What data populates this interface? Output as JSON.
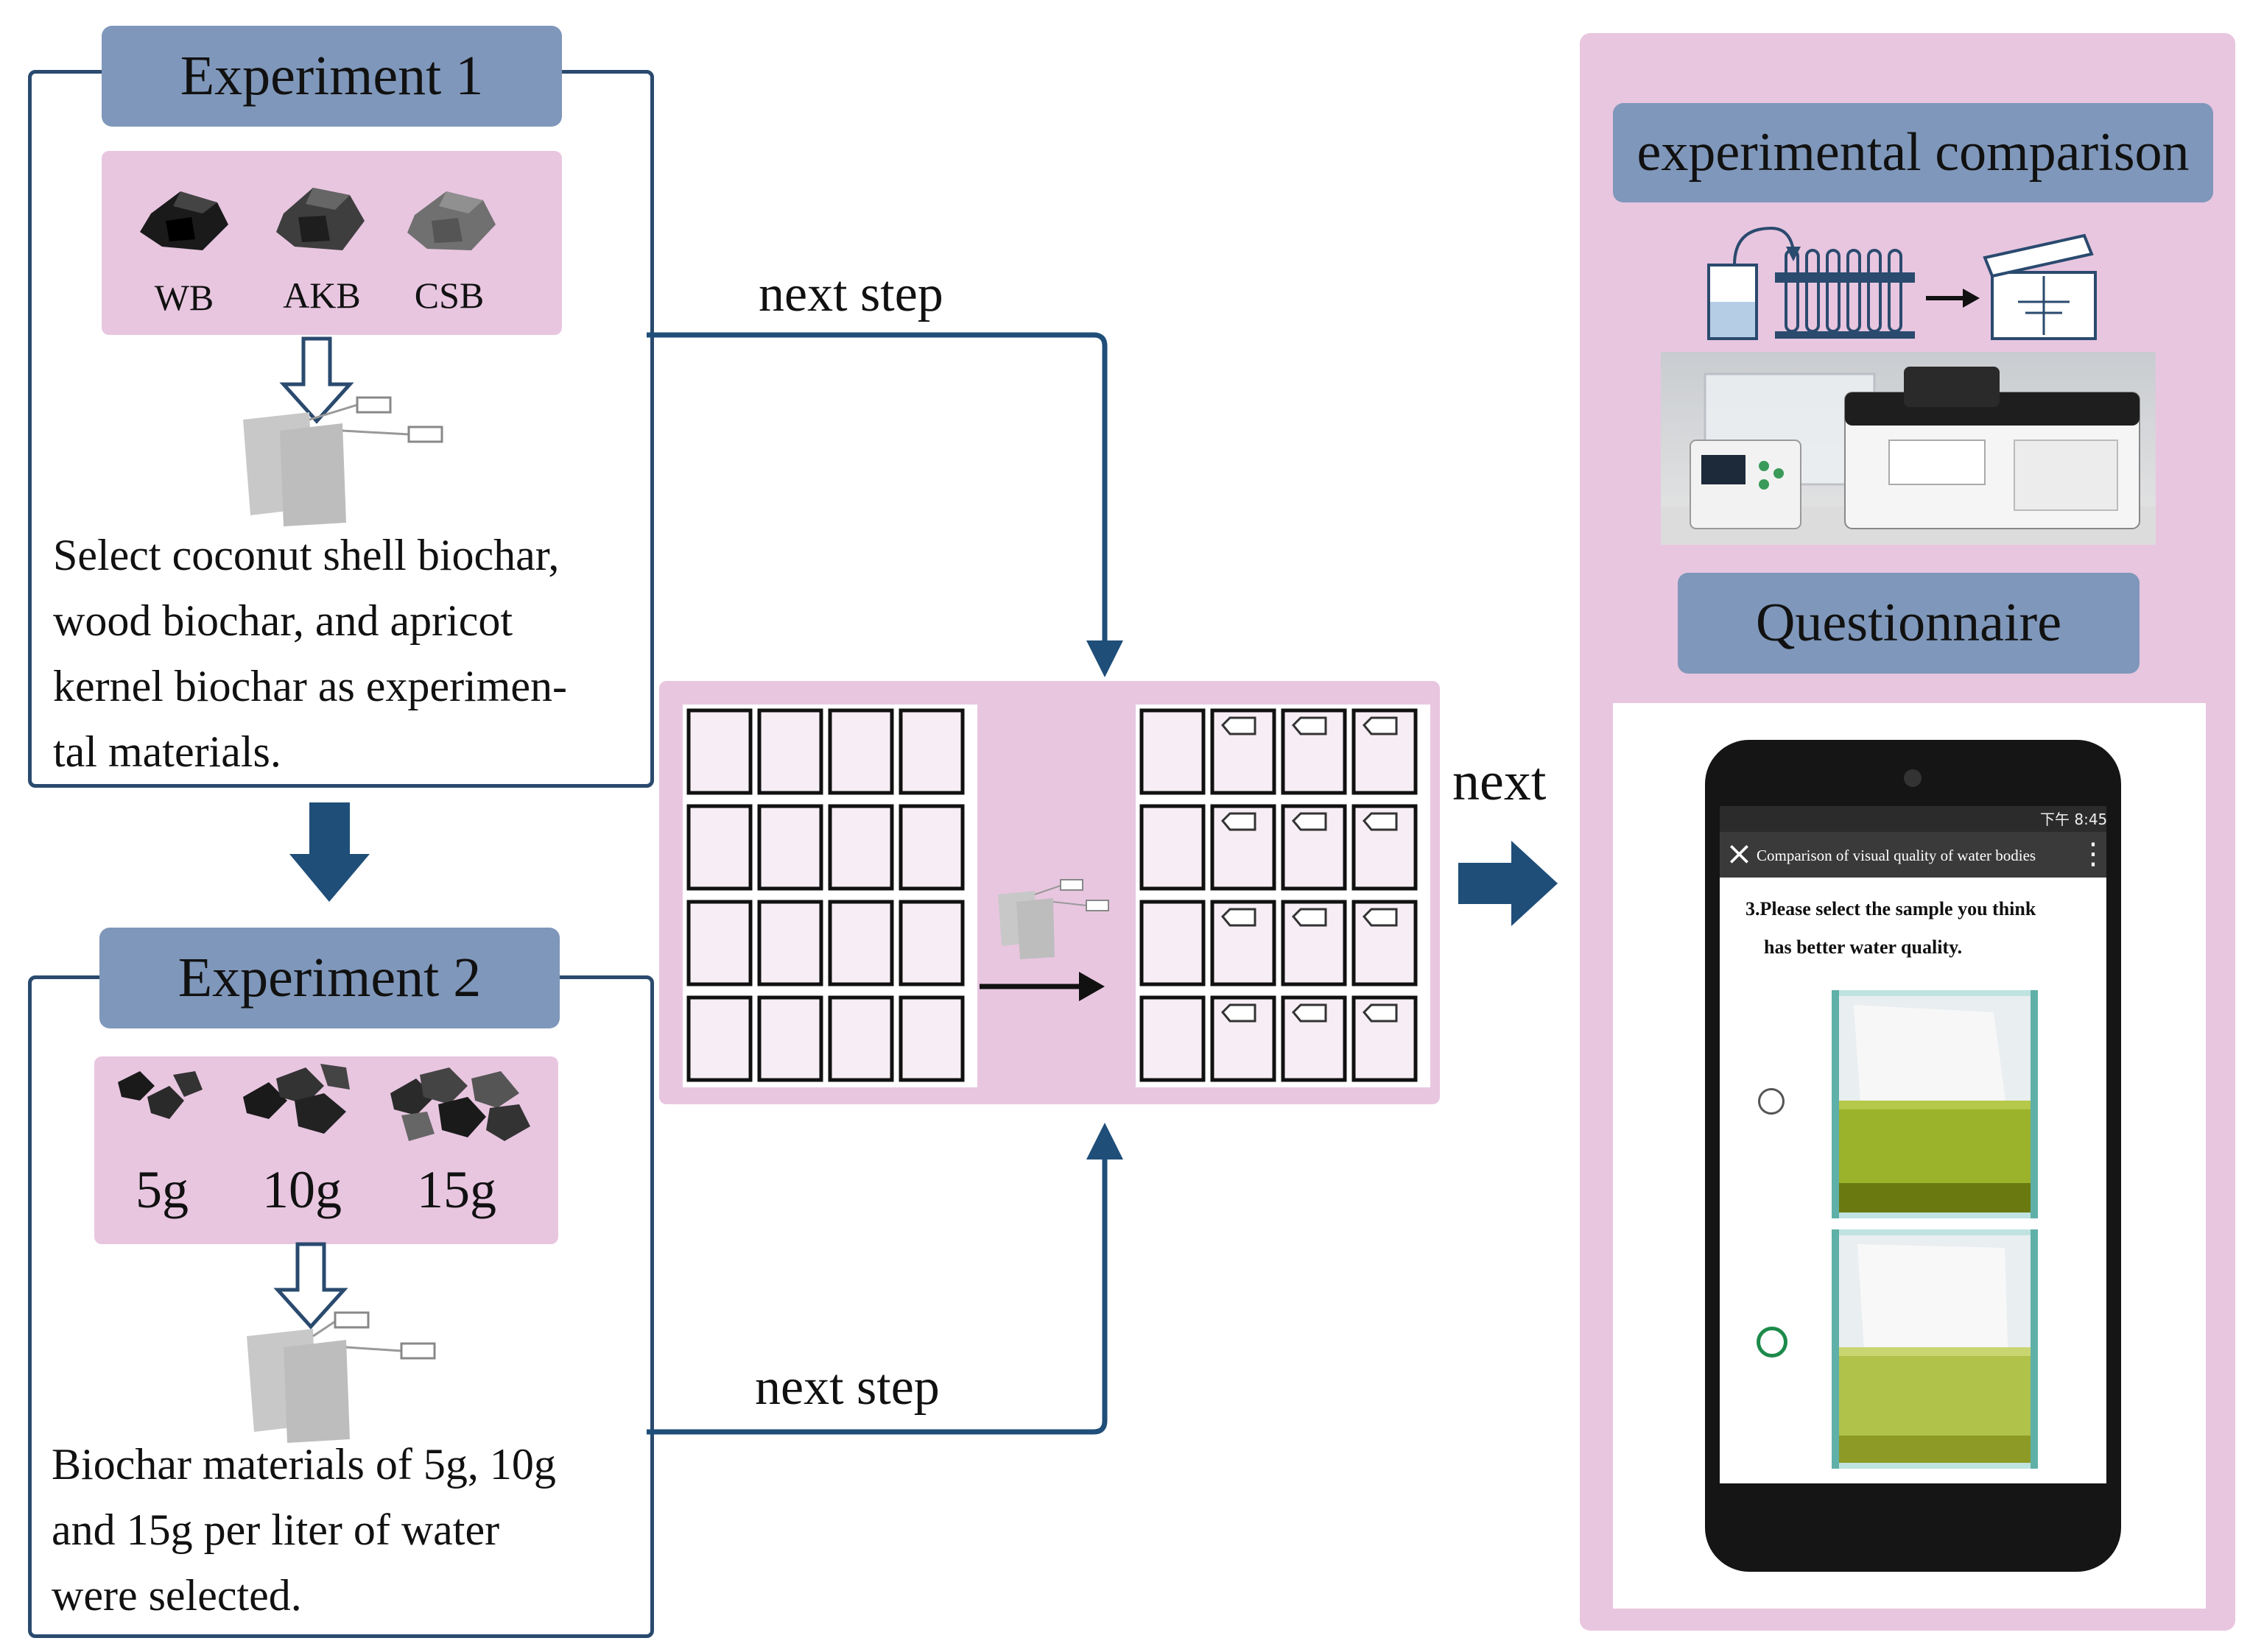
{
  "experiment1": {
    "title": "Experiment 1",
    "samples": [
      {
        "label": "WB",
        "color": "#1a1a1a"
      },
      {
        "label": "AKB",
        "color": "#3e3e3e"
      },
      {
        "label": "CSB",
        "color": "#707070"
      }
    ],
    "description": [
      "Select coconut shell biochar,",
      "wood biochar, and apricot",
      "kernel biochar as experimen-",
      "tal materials."
    ]
  },
  "experiment2": {
    "title": "Experiment 2",
    "doses": [
      {
        "label": "5g"
      },
      {
        "label": "10g"
      },
      {
        "label": "15g"
      }
    ],
    "description": [
      "Biochar materials of 5g, 10g",
      "and 15g per liter of water",
      "were selected."
    ]
  },
  "flow": {
    "top_label": "next step",
    "bottom_label": "next step",
    "right_label": "next"
  },
  "right_panel": {
    "comparison_title": "experimental comparison",
    "questionnaire_title": "Questionnaire",
    "phone": {
      "status_time": "下午 8:45",
      "header": "Comparison of visual quality of water bodies",
      "question_line1": "3.Please select the sample you think",
      "question_line2": "has better water quality."
    }
  },
  "colors": {
    "frame": "#2a4a6e",
    "title_fill": "#7f97ba",
    "pink_fill": "#e8c6e0",
    "arrow_blue": "#1f4e79",
    "water_green": "#9ab32a"
  }
}
